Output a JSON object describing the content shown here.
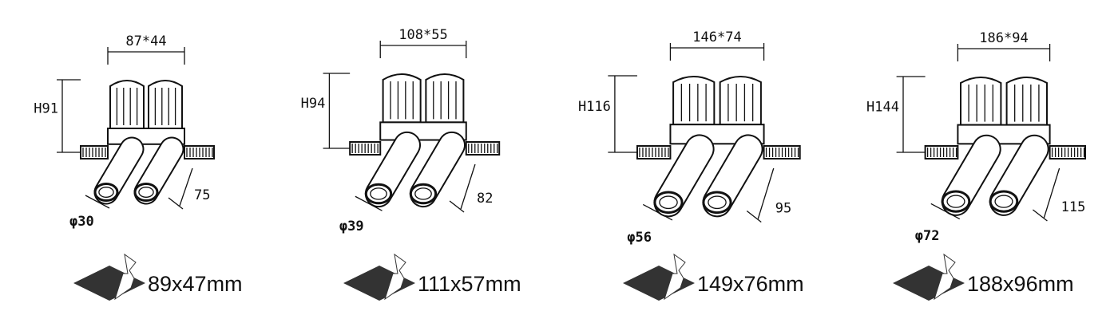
{
  "title": "Twin adjustable downlight dimension drawings",
  "colors": {
    "line": "#111111",
    "icon_fill": "#333333"
  },
  "units": [
    {
      "cutout_dims": "87*44",
      "height": "H91",
      "tube_diameter": "φ30",
      "tube_length": "75",
      "size_label": "89x47mm"
    },
    {
      "cutout_dims": "108*55",
      "height": "H94",
      "tube_diameter": "φ39",
      "tube_length": "82",
      "size_label": "111x57mm"
    },
    {
      "cutout_dims": "146*74",
      "height": "H116",
      "tube_diameter": "φ56",
      "tube_length": "95",
      "size_label": "149x76mm"
    },
    {
      "cutout_dims": "186*94",
      "height": "H144",
      "tube_diameter": "φ72",
      "tube_length": "115",
      "size_label": "188x96mm"
    }
  ]
}
